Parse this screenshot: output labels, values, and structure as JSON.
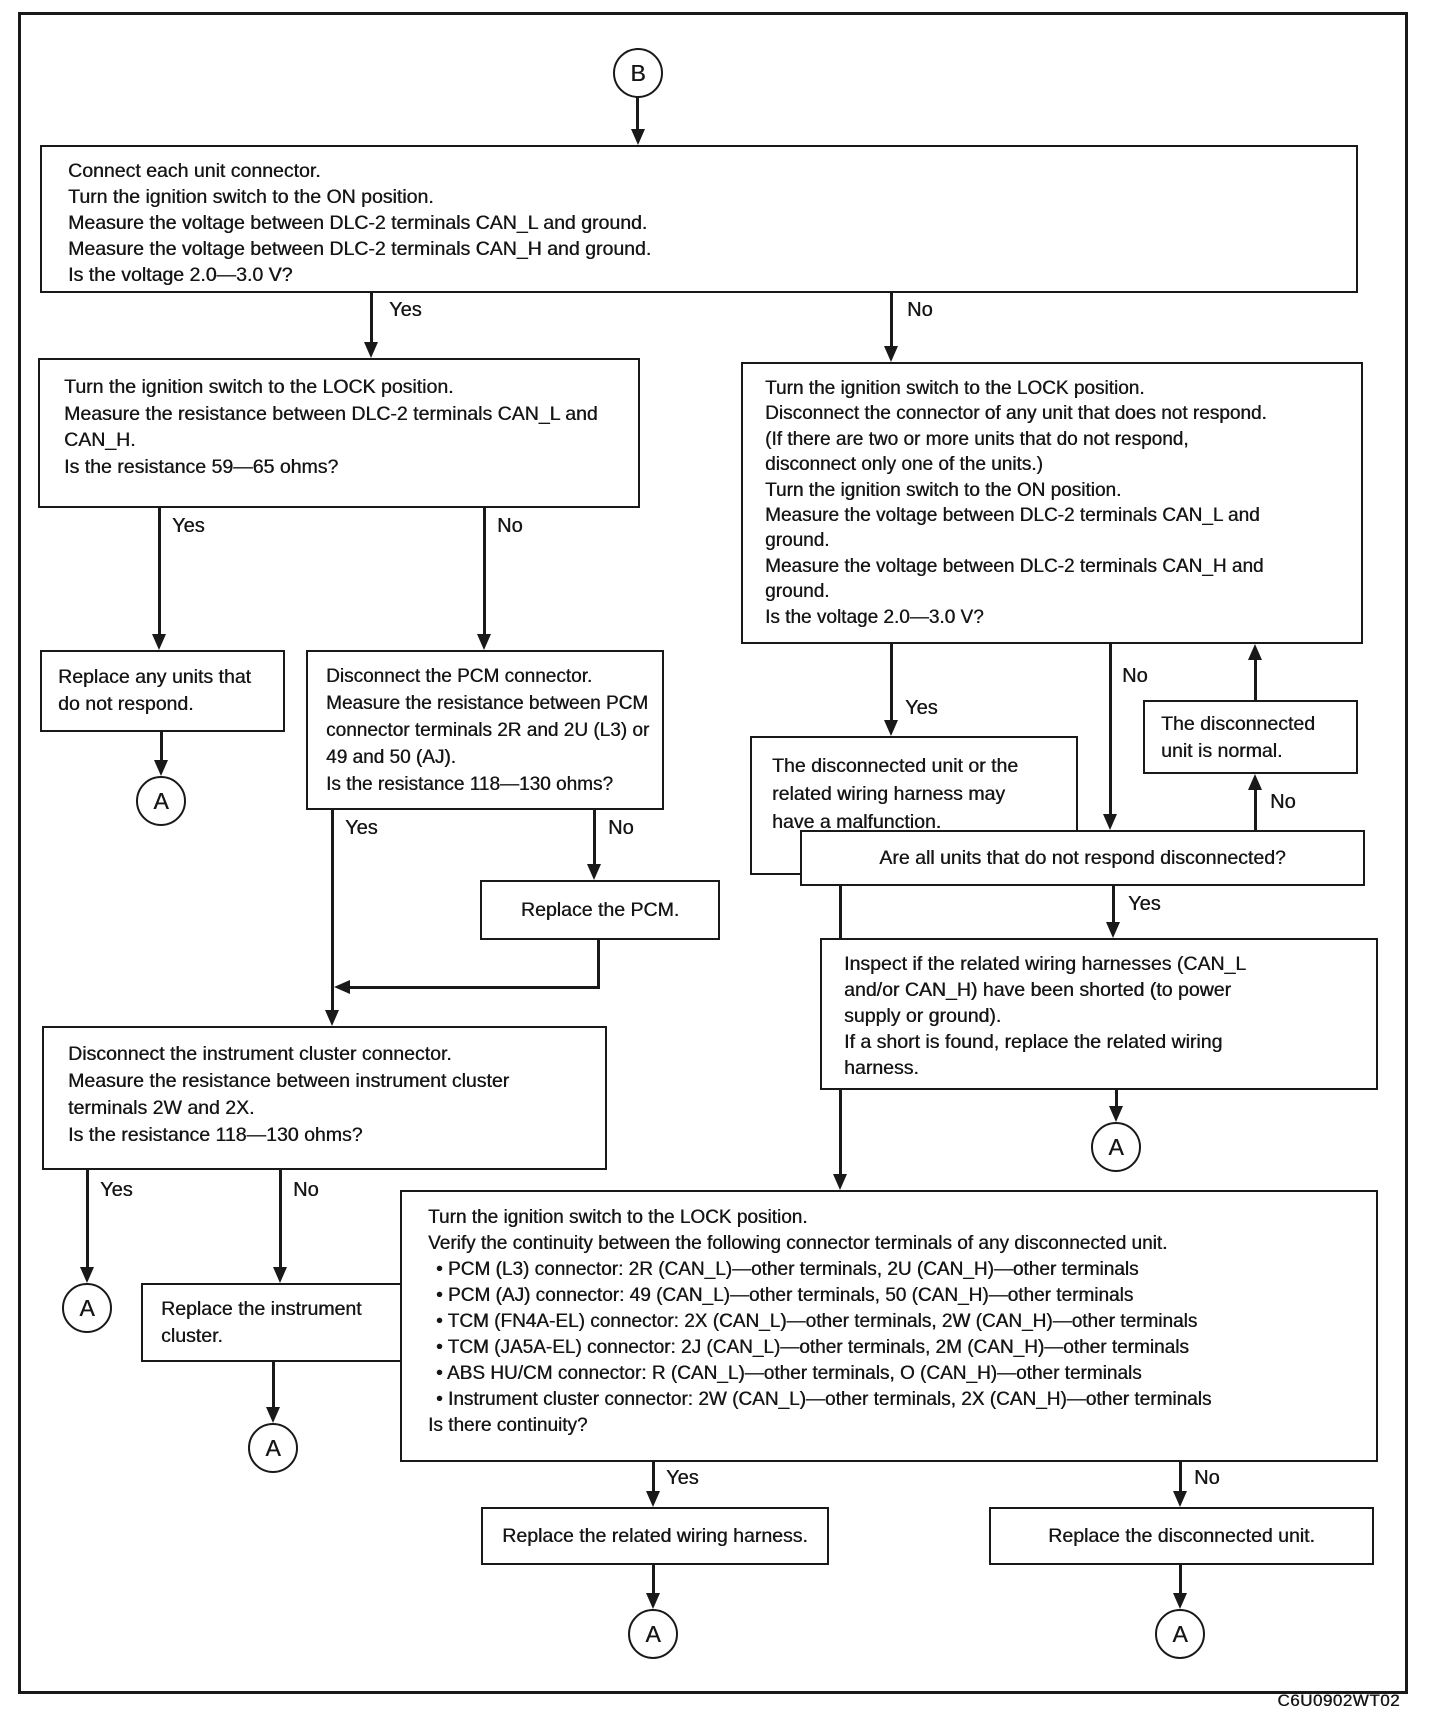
{
  "figure": {
    "code": "C6U0902WT02"
  },
  "labels": {
    "yes": "Yes",
    "no": "No"
  },
  "connectors": {
    "entry": "B",
    "exit": "A"
  },
  "boxes": {
    "measure_voltage": {
      "lines": [
        "Connect each unit connector.",
        "Turn the ignition switch to the ON position.",
        "Measure the voltage between DLC-2 terminals CAN_L and ground.",
        "Measure the voltage between DLC-2 terminals CAN_H and ground.",
        "Is the voltage 2.0—3.0 V?"
      ]
    },
    "check_dlc_resistance": {
      "lines": [
        "Turn the ignition switch to the LOCK position.",
        "Measure the resistance between DLC-2 terminals CAN_L and",
        "CAN_H.",
        "Is the resistance 59—65 ohms?"
      ]
    },
    "disconnect_unit": {
      "lines": [
        "Turn the ignition switch to the LOCK position.",
        "Disconnect the connector of any unit that does not respond.",
        "(If there are two or more units that do not respond,",
        "disconnect only one of the units.)",
        "Turn the ignition switch to the ON position.",
        "Measure the voltage between DLC-2 terminals CAN_L and",
        "ground.",
        "Measure the voltage between DLC-2 terminals CAN_H and",
        "ground.",
        "Is the voltage 2.0—3.0 V?"
      ]
    },
    "replace_units": {
      "lines": [
        "Replace any units that",
        "do not respond."
      ]
    },
    "check_pcm": {
      "lines": [
        "Disconnect the PCM connector.",
        "Measure the resistance between PCM",
        "connector terminals 2R and 2U (L3) or",
        "49 and 50 (AJ).",
        "Is the resistance 118—130 ohms?"
      ]
    },
    "replace_pcm": {
      "text": "Replace the PCM."
    },
    "check_cluster": {
      "lines": [
        "Disconnect the instrument cluster connector.",
        "Measure the resistance between instrument cluster",
        "terminals 2W and 2X.",
        "Is the resistance 118—130 ohms?"
      ]
    },
    "replace_cluster": {
      "lines": [
        "Replace the instrument",
        "cluster."
      ]
    },
    "unit_malfunction": {
      "lines": [
        "The disconnected unit or the",
        "related wiring harness may",
        "have a malfunction."
      ]
    },
    "unit_normal": {
      "lines": [
        "The disconnected",
        "unit is normal."
      ]
    },
    "all_disconnected": {
      "text": "Are all units that do not respond disconnected?"
    },
    "inspect_harness": {
      "lines": [
        "Inspect if the related wiring harnesses (CAN_L",
        "and/or CAN_H) have been shorted (to power",
        "supply or ground).",
        "If a short is found, replace the related wiring",
        "harness."
      ]
    },
    "verify_continuity": {
      "lines": [
        "Turn the ignition switch to the LOCK position.",
        "Verify the continuity between the following connector terminals of any disconnected unit.",
        "• PCM (L3) connector: 2R (CAN_L)—other terminals, 2U (CAN_H)—other terminals",
        "• PCM (AJ) connector: 49 (CAN_L)—other terminals, 50 (CAN_H)—other terminals",
        "• TCM (FN4A-EL) connector: 2X (CAN_L)—other terminals, 2W (CAN_H)—other terminals",
        "• TCM (JA5A-EL) connector: 2J (CAN_L)—other terminals, 2M (CAN_H)—other terminals",
        "• ABS HU/CM connector: R (CAN_L)—other terminals, O (CAN_H)—other terminals",
        "• Instrument cluster connector: 2W (CAN_L)—other terminals, 2X (CAN_H)—other terminals",
        "Is there continuity?"
      ]
    },
    "replace_harness": {
      "text": "Replace the related wiring harness."
    },
    "replace_disconnected": {
      "text": "Replace the disconnected unit."
    }
  }
}
